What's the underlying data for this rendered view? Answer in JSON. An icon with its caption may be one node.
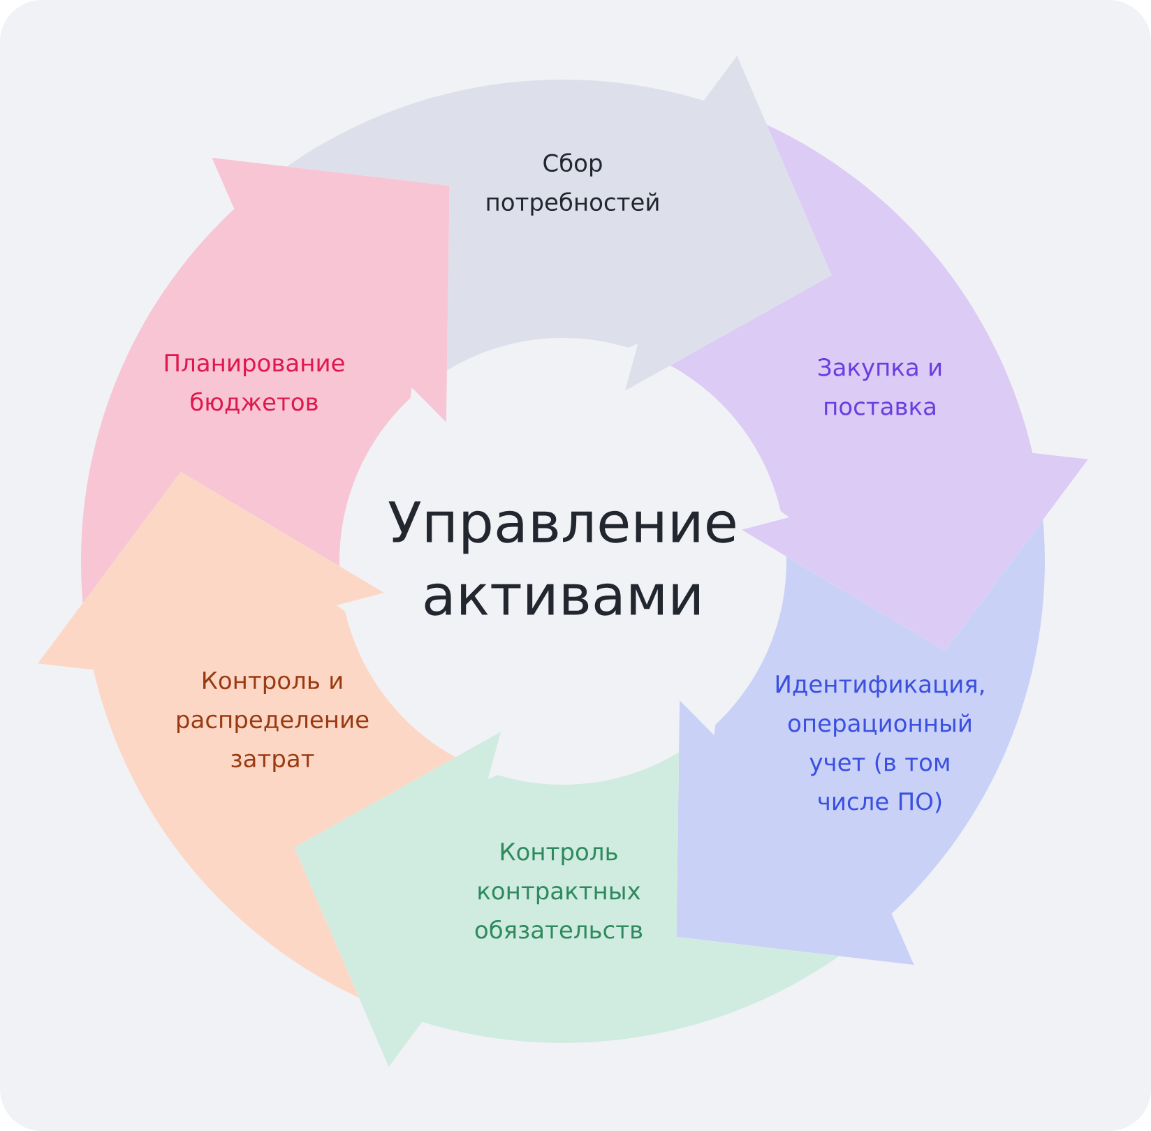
{
  "diagram": {
    "nodes": [
      {
        "text": [
          "Сбор потребностей"
        ]
      },
      {
        "text": [
          "Закупка и поставка"
        ]
      },
      {
        "text": [
          "Идентификация, операционный учет (в том числе ПО)"
        ]
      },
      {
        "text": [
          "Контроль контрактных обязательств"
        ]
      },
      {
        "text": [
          "Контроль и распределение затрат"
        ]
      },
      {
        "text": [
          "Планирование бюджетов"
        ]
      },
      {
        "text": [
          "Управление активами"
        ]
      }
    ],
    "edges": []
  }
}
